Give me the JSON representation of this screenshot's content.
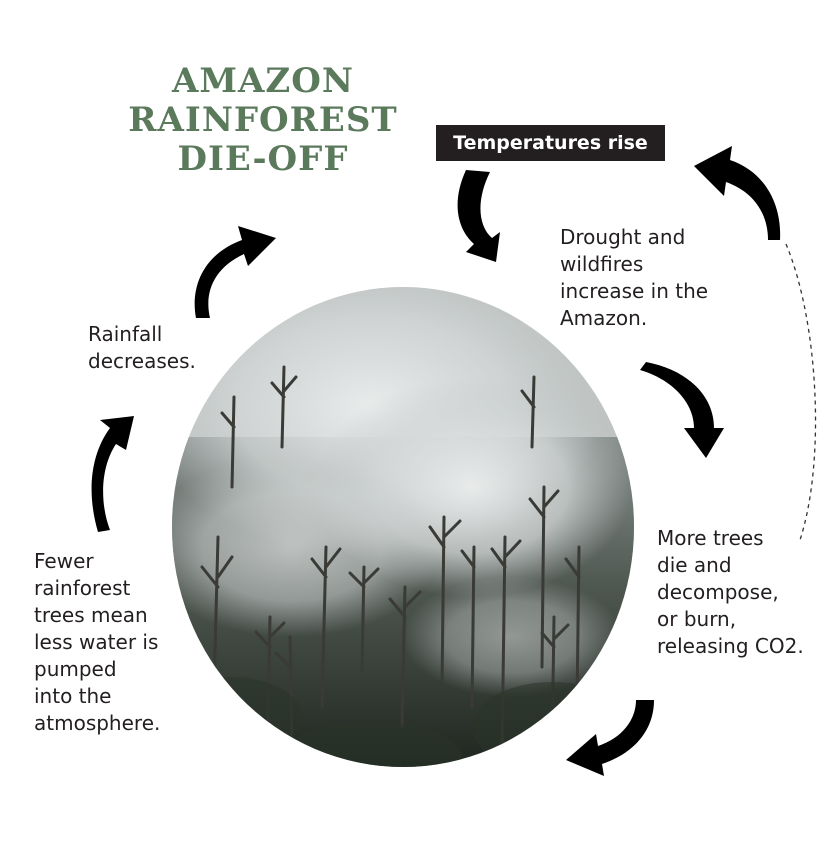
{
  "title": {
    "line1": "AMAZON",
    "line2": "RAINFOREST",
    "line3": "DIE-OFF"
  },
  "banner": "Temperatures rise",
  "steps": {
    "drought": "Drought and\nwildfires\nincrease in the\nAmazon.",
    "trees": "More trees\ndie and\ndecompose,\nor burn,\nreleasing CO2.",
    "fewer": "Fewer\nrainforest\ntrees mean\nless water is\npumped\ninto the\natmosphere.",
    "rain": "Rainfall\ndecreases."
  },
  "colors": {
    "title": "#5b7a5c",
    "banner_bg": "#231f20",
    "arrow": "#000000"
  },
  "image": {
    "subject": "smoke over burned rainforest"
  }
}
